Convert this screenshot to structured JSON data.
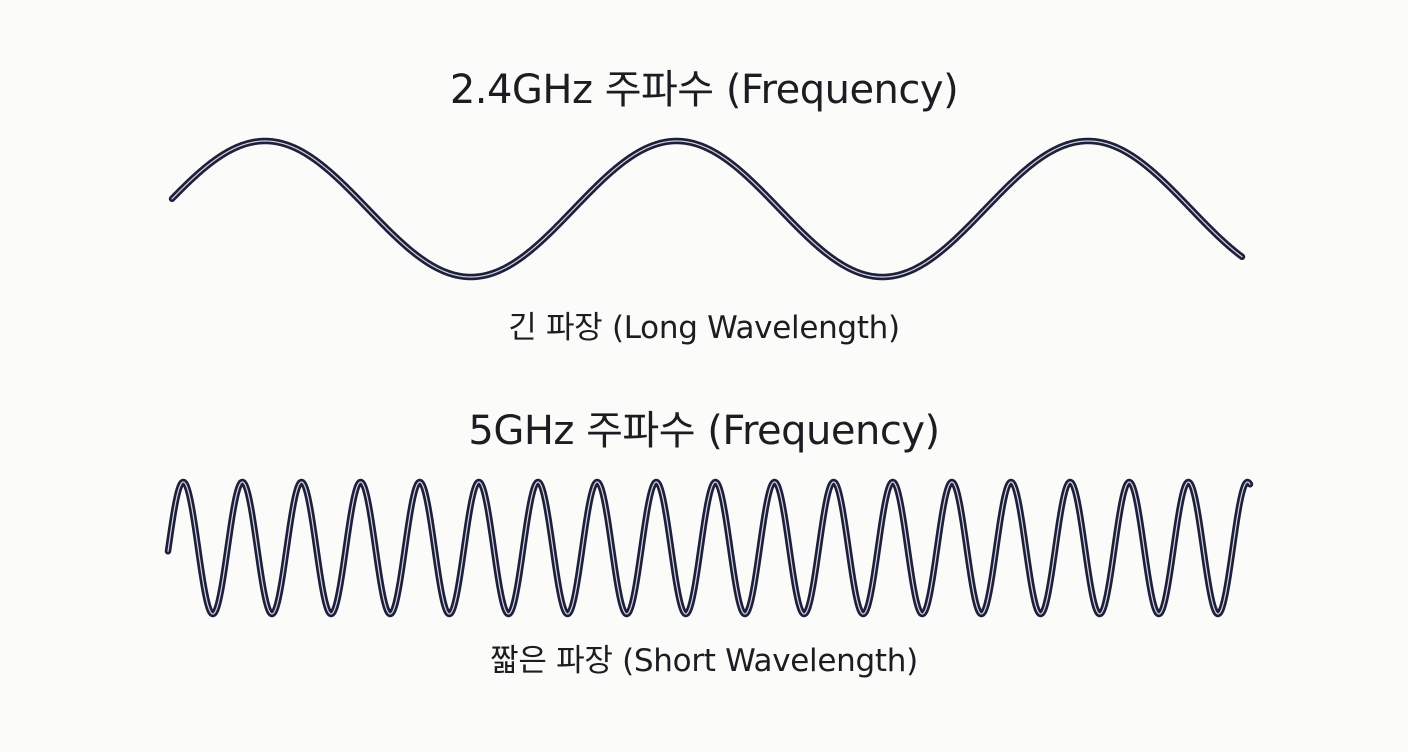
{
  "diagram": {
    "low_band": {
      "title": "2.4GHz 주파수 (Frequency)",
      "caption": "긴 파장 (Long Wavelength)",
      "cycles": 2.6,
      "color": "#1d1f3c"
    },
    "high_band": {
      "title": "5GHz 주파수 (Frequency)",
      "caption": "짧은 파장 (Short Wavelength)",
      "cycles": 18.3,
      "color": "#1d1f3c"
    }
  }
}
